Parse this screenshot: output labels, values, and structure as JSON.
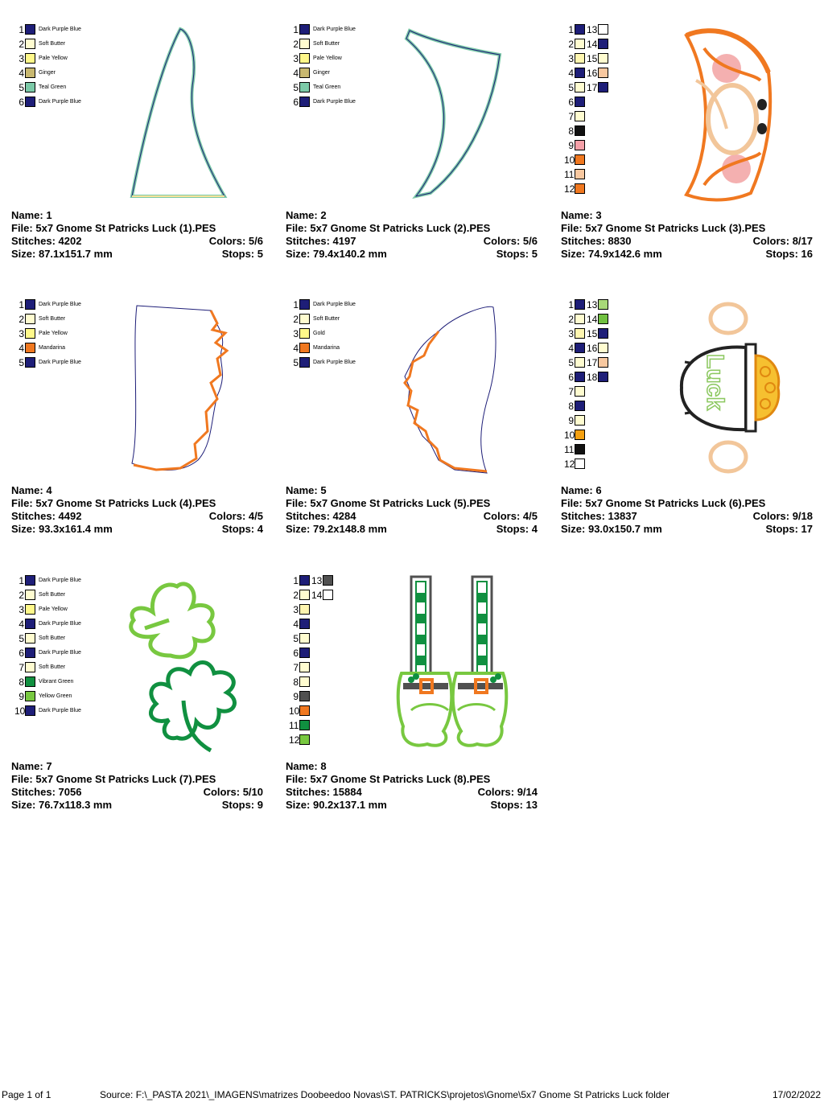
{
  "labels": {
    "name": "Name:",
    "file": "File:",
    "stitches": "Stitches:",
    "size": "Size:",
    "colors": "Colors:",
    "stops": "Stops:"
  },
  "cards": [
    {
      "name": "1",
      "file": "5x7  Gnome St Patricks Luck (1).PES",
      "stitches": "4202",
      "size": "87.1x151.7 mm",
      "colors": "5/6",
      "stops": "5",
      "palette": [
        {
          "n": "1",
          "color": "#1e1e78",
          "label": "Dark Purple Blue"
        },
        {
          "n": "2",
          "color": "#fffcd0",
          "label": "Soft Butter"
        },
        {
          "n": "3",
          "color": "#fff88a",
          "label": "Pale Yellow"
        },
        {
          "n": "4",
          "color": "#c8b870",
          "label": "Ginger"
        },
        {
          "n": "5",
          "color": "#7ccaa8",
          "label": "Teal Green"
        },
        {
          "n": "6",
          "color": "#1e1e78",
          "label": "Dark Purple Blue"
        }
      ]
    },
    {
      "name": "2",
      "file": "5x7  Gnome St Patricks Luck (2).PES",
      "stitches": "4197",
      "size": "79.4x140.2 mm",
      "colors": "5/6",
      "stops": "5",
      "palette": [
        {
          "n": "1",
          "color": "#1e1e78",
          "label": "Dark Purple Blue"
        },
        {
          "n": "2",
          "color": "#fffcd0",
          "label": "Soft Butter"
        },
        {
          "n": "3",
          "color": "#fff88a",
          "label": "Pale Yellow"
        },
        {
          "n": "4",
          "color": "#c8b870",
          "label": "Ginger"
        },
        {
          "n": "5",
          "color": "#7ccaa8",
          "label": "Teal Green"
        },
        {
          "n": "6",
          "color": "#1e1e78",
          "label": "Dark Purple Blue"
        }
      ]
    },
    {
      "name": "3",
      "file": "5x7  Gnome St Patricks Luck (3).PES",
      "stitches": "8830",
      "size": "74.9x142.6 mm",
      "colors": "8/17",
      "stops": "16",
      "palette": [
        {
          "n": "1",
          "color": "#1e1e78"
        },
        {
          "n": "2",
          "color": "#fffcd0"
        },
        {
          "n": "3",
          "color": "#fff6b0"
        },
        {
          "n": "4",
          "color": "#1e1e78"
        },
        {
          "n": "5",
          "color": "#fffcd0"
        },
        {
          "n": "6",
          "color": "#1e1e78"
        },
        {
          "n": "7",
          "color": "#fffcd0"
        },
        {
          "n": "8",
          "color": "#111111"
        },
        {
          "n": "9",
          "color": "#f4a0a8"
        },
        {
          "n": "10",
          "color": "#f07820"
        },
        {
          "n": "11",
          "color": "#f8c8a0"
        },
        {
          "n": "12",
          "color": "#f07820"
        }
      ],
      "palette2": [
        {
          "n": "13",
          "color": "#ffffff"
        },
        {
          "n": "14",
          "color": "#1e1e78"
        },
        {
          "n": "15",
          "color": "#fffcd0"
        },
        {
          "n": "16",
          "color": "#f8c8a0"
        },
        {
          "n": "17",
          "color": "#1e1e78"
        }
      ]
    },
    {
      "name": "4",
      "file": "5x7  Gnome St Patricks Luck (4).PES",
      "stitches": "4492",
      "size": "93.3x161.4 mm",
      "colors": "4/5",
      "stops": "4",
      "palette": [
        {
          "n": "1",
          "color": "#1e1e78",
          "label": "Dark Purple Blue"
        },
        {
          "n": "2",
          "color": "#fffcd0",
          "label": "Soft Butter"
        },
        {
          "n": "3",
          "color": "#fff88a",
          "label": "Pale Yellow"
        },
        {
          "n": "4",
          "color": "#f07820",
          "label": "Mandarina"
        },
        {
          "n": "5",
          "color": "#1e1e78",
          "label": "Dark Purple Blue"
        }
      ]
    },
    {
      "name": "5",
      "file": "5x7  Gnome St Patricks Luck (5).PES",
      "stitches": "4284",
      "size": "79.2x148.8 mm",
      "colors": "4/5",
      "stops": "4",
      "palette": [
        {
          "n": "1",
          "color": "#1e1e78",
          "label": "Dark Purple Blue"
        },
        {
          "n": "2",
          "color": "#fffcd0",
          "label": "Soft Butter"
        },
        {
          "n": "3",
          "color": "#fff88a",
          "label": "Gold"
        },
        {
          "n": "4",
          "color": "#f07820",
          "label": "Mandarina"
        },
        {
          "n": "5",
          "color": "#1e1e78",
          "label": "Dark Purple Blue"
        }
      ]
    },
    {
      "name": "6",
      "file": "5x7  Gnome St Patricks Luck (6).PES",
      "stitches": "13837",
      "size": "93.0x150.7 mm",
      "colors": "9/18",
      "stops": "17",
      "palette": [
        {
          "n": "1",
          "color": "#1e1e78"
        },
        {
          "n": "2",
          "color": "#fffcd0"
        },
        {
          "n": "3",
          "color": "#fff6b0"
        },
        {
          "n": "4",
          "color": "#1e1e78"
        },
        {
          "n": "5",
          "color": "#fffcd0"
        },
        {
          "n": "6",
          "color": "#1e1e78"
        },
        {
          "n": "7",
          "color": "#fffcd0"
        },
        {
          "n": "8",
          "color": "#1e1e78"
        },
        {
          "n": "9",
          "color": "#fffcd0"
        },
        {
          "n": "10",
          "color": "#f4a010"
        },
        {
          "n": "11",
          "color": "#111111"
        },
        {
          "n": "12",
          "color": "#ffffff"
        }
      ],
      "palette2": [
        {
          "n": "13",
          "color": "#a8d878"
        },
        {
          "n": "14",
          "color": "#70c040"
        },
        {
          "n": "15",
          "color": "#1e1e78"
        },
        {
          "n": "16",
          "color": "#fffcd0"
        },
        {
          "n": "17",
          "color": "#f8c8a0"
        },
        {
          "n": "18",
          "color": "#1e1e78"
        }
      ]
    },
    {
      "name": "7",
      "file": "5x7  Gnome St Patricks Luck (7).PES",
      "stitches": "7056",
      "size": "76.7x118.3 mm",
      "colors": "5/10",
      "stops": "9",
      "palette": [
        {
          "n": "1",
          "color": "#1e1e78",
          "label": "Dark Purple Blue"
        },
        {
          "n": "2",
          "color": "#fffcd0",
          "label": "Soft Butter"
        },
        {
          "n": "3",
          "color": "#fff88a",
          "label": "Pale Yellow"
        },
        {
          "n": "4",
          "color": "#1e1e78",
          "label": "Dark Purple Blue"
        },
        {
          "n": "5",
          "color": "#fffcd0",
          "label": "Soft Butter"
        },
        {
          "n": "6",
          "color": "#1e1e78",
          "label": "Dark Purple Blue"
        },
        {
          "n": "7",
          "color": "#fffcd0",
          "label": "Soft Butter"
        },
        {
          "n": "8",
          "color": "#109040",
          "label": "Vibrant Green"
        },
        {
          "n": "9",
          "color": "#78c840",
          "label": "Yellow Green"
        },
        {
          "n": "10",
          "color": "#1e1e78",
          "label": "Dark Purple Blue"
        }
      ]
    },
    {
      "name": "8",
      "file": "5x7  Gnome St Patricks Luck (8).PES",
      "stitches": "15884",
      "size": "90.2x137.1 mm",
      "colors": "9/14",
      "stops": "13",
      "palette": [
        {
          "n": "1",
          "color": "#1e1e78"
        },
        {
          "n": "2",
          "color": "#fffcd0"
        },
        {
          "n": "3",
          "color": "#fff6b0"
        },
        {
          "n": "4",
          "color": "#1e1e78"
        },
        {
          "n": "5",
          "color": "#fffcd0"
        },
        {
          "n": "6",
          "color": "#1e1e78"
        },
        {
          "n": "7",
          "color": "#fffcd0"
        },
        {
          "n": "8",
          "color": "#fffcd0"
        },
        {
          "n": "9",
          "color": "#505050"
        },
        {
          "n": "10",
          "color": "#f07820"
        },
        {
          "n": "11",
          "color": "#109040"
        },
        {
          "n": "12",
          "color": "#78c840"
        }
      ],
      "palette2": [
        {
          "n": "13",
          "color": "#505050"
        },
        {
          "n": "14",
          "color": "#ffffff"
        }
      ]
    }
  ],
  "art": {
    "luck_text": "Luck"
  },
  "footer": {
    "page": "Page 1 of 1",
    "source": "Source: F:\\_PASTA 2021\\_IMAGENS\\matrizes Doobeedoo Novas\\ST. PATRICKS\\projetos\\Gnome\\5x7 Gnome St Patricks Luck folder",
    "date": "17/02/2022"
  }
}
